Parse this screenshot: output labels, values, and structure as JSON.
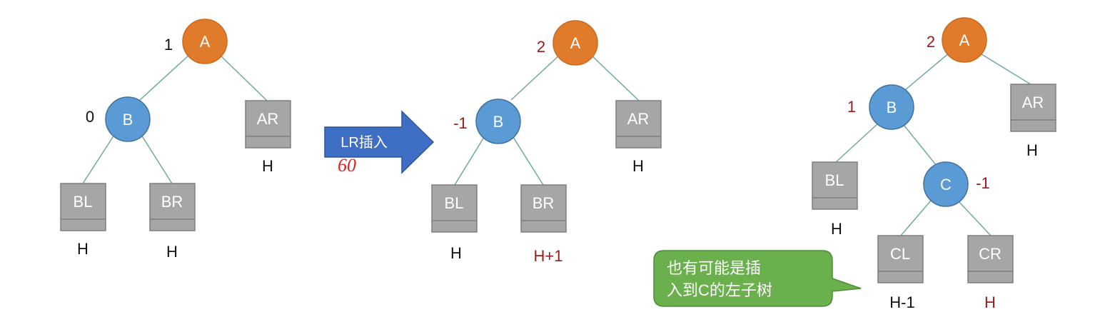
{
  "colors": {
    "root_node": "#e07b2c",
    "inner_node": "#5b9bd5",
    "box_fill": "#a6a6a6",
    "edge": "#6fa8a6",
    "arrow": "#3f6fc4",
    "bubble": "#6ab04c",
    "red_text": "#9b1b1b"
  },
  "arrow": {
    "label": "LR插入",
    "scribble": "60"
  },
  "callout": {
    "line1": "也有可能是插",
    "line2": "入到C的左子树"
  },
  "tree1": {
    "A": {
      "label": "A",
      "bf": "1"
    },
    "B": {
      "label": "B",
      "bf": "0"
    },
    "AR": {
      "label": "AR",
      "h": "H"
    },
    "BL": {
      "label": "BL",
      "h": "H"
    },
    "BR": {
      "label": "BR",
      "h": "H"
    }
  },
  "tree2": {
    "A": {
      "label": "A",
      "bf": "2"
    },
    "B": {
      "label": "B",
      "bf": "-1"
    },
    "AR": {
      "label": "AR",
      "h": "H"
    },
    "BL": {
      "label": "BL",
      "h": "H"
    },
    "BR": {
      "label": "BR",
      "h": "H+1"
    }
  },
  "tree3": {
    "A": {
      "label": "A",
      "bf": "2"
    },
    "B": {
      "label": "B",
      "bf": "1"
    },
    "C": {
      "label": "C",
      "bf": "-1"
    },
    "AR": {
      "label": "AR",
      "h": "H"
    },
    "BL": {
      "label": "BL",
      "h": "H"
    },
    "CL": {
      "label": "CL",
      "h": "H-1"
    },
    "CR": {
      "label": "CR",
      "h": "H"
    }
  }
}
